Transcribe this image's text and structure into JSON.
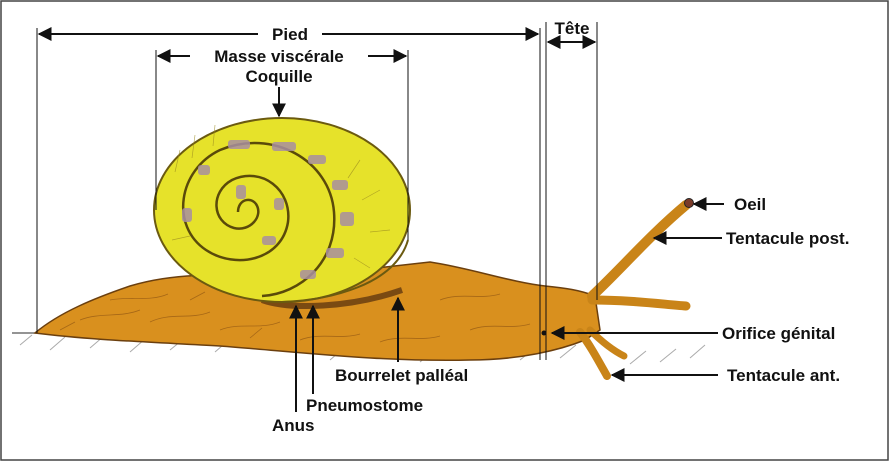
{
  "labels": {
    "pied": "Pied",
    "tete": "Tête",
    "masse_viscerale": "Masse viscérale",
    "coquille": "Coquille",
    "oeil": "Oeil",
    "tentacule_post": "Tentacule post.",
    "orifice_genital": "Orifice génital",
    "tentacule_ant": "Tentacule ant.",
    "bourrelet_palleal": "Bourrelet palléal",
    "pneumostome": "Pneumostome",
    "anus": "Anus"
  },
  "colors": {
    "shell": "#e6e22a",
    "shell_pattern": "#a88fa0",
    "body": "#d9901e",
    "outline": "#222222"
  }
}
